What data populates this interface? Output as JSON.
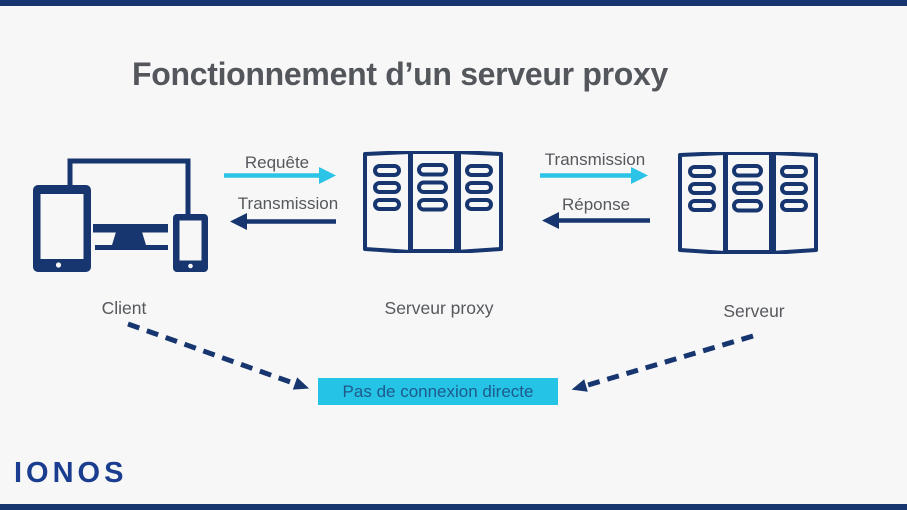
{
  "colors": {
    "background": "#f7f7f7",
    "navy": "#17356f",
    "cyan": "#2bc4e6",
    "text_gray": "#55585c",
    "title_gray": "#53565b",
    "callout_background": "#25c3e5",
    "callout_text": "#1e5a8c",
    "logo_blue": "#1a3d8f"
  },
  "header": {
    "title": "Fonctionnement d’un serveur proxy"
  },
  "nodes": {
    "client": {
      "label": "Client",
      "icon": "client-devices-icon"
    },
    "proxy": {
      "label": "Serveur proxy",
      "icon": "server-rack-icon"
    },
    "server": {
      "label": "Serveur",
      "icon": "server-rack-icon"
    }
  },
  "flows": {
    "request": {
      "label": "Requête",
      "color": "#2bc4e6",
      "direction": "client-to-proxy"
    },
    "transmission_to_client": {
      "label": "Transmission",
      "color": "#17356f",
      "direction": "proxy-to-client"
    },
    "transmission_to_server": {
      "label": "Transmission",
      "color": "#2bc4e6",
      "direction": "proxy-to-server"
    },
    "response": {
      "label": "Réponse",
      "color": "#17356f",
      "direction": "server-to-proxy"
    }
  },
  "callout": {
    "label": "Pas de connexion directe"
  },
  "brand": {
    "logo_text": "IONOS"
  }
}
